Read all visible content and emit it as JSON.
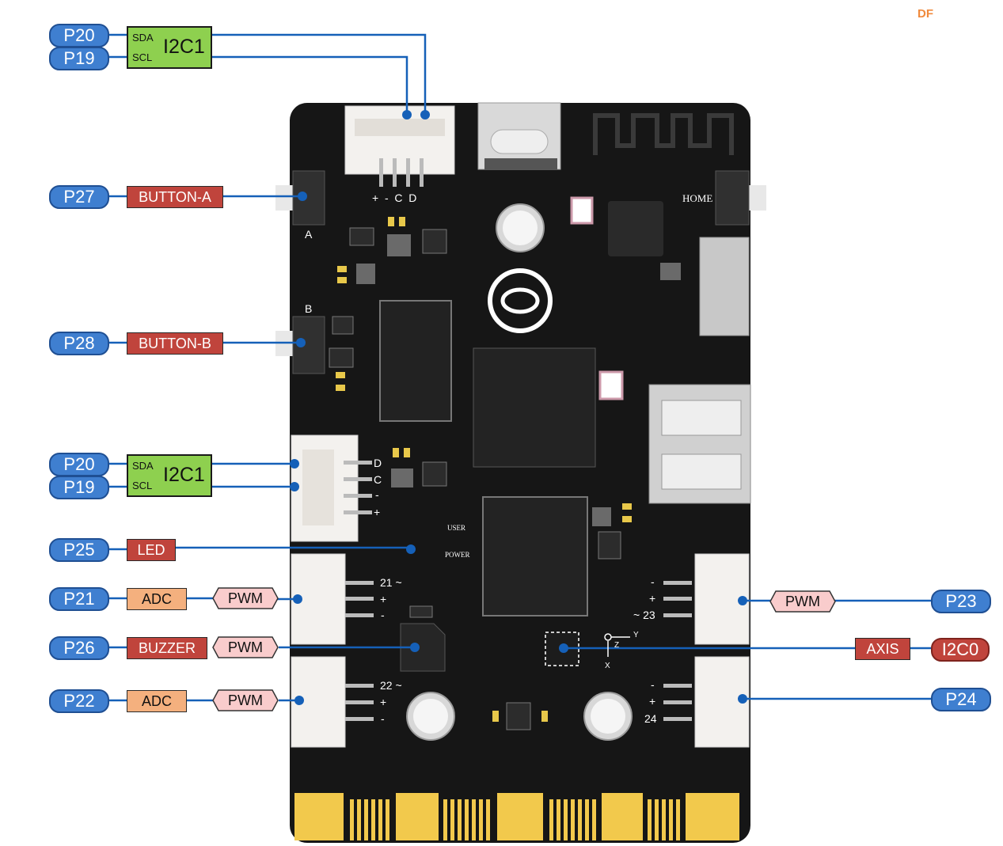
{
  "brand": "DF",
  "pins": {
    "p20_top": "P20",
    "p19_top": "P19",
    "p27": "P27",
    "p28": "P28",
    "p20_mid": "P20",
    "p19_mid": "P19",
    "p25": "P25",
    "p21": "P21",
    "p26": "P26",
    "p22": "P22",
    "p23": "P23",
    "p24": "P24"
  },
  "i2c_top": {
    "sda": "SDA",
    "scl": "SCL",
    "name": "I2C1"
  },
  "i2c_mid": {
    "sda": "SDA",
    "scl": "SCL",
    "name": "I2C1"
  },
  "functions": {
    "button_a": "BUTTON-A",
    "button_b": "BUTTON-B",
    "led": "LED",
    "adc_21": "ADC",
    "pwm_21": "PWM",
    "buzzer": "BUZZER",
    "pwm_26": "PWM",
    "adc_22": "ADC",
    "pwm_22": "PWM",
    "pwm_23": "PWM",
    "axis": "AXIS",
    "i2c0": "I2C0"
  },
  "silkscreen": {
    "top_connector": "+  -  C  D",
    "btn_a": "A",
    "btn_b": "B",
    "home": "HOME",
    "mid_conn_d": "D",
    "mid_conn_c": "C",
    "mid_conn_minus": "-",
    "mid_conn_plus": "+",
    "user": "USER",
    "power": "POWER",
    "left1_sig": "21 ~",
    "left1_plus": "+",
    "left1_minus": "-",
    "left2_sig": "22 ~",
    "left2_plus": "+",
    "left2_minus": "-",
    "right1_minus": "-",
    "right1_plus": "+",
    "right1_sig": "~ 23",
    "right2_minus": "-",
    "right2_plus": "+",
    "right2_sig": "24",
    "axis_y": "Y",
    "axis_z": "Z",
    "axis_x": "X"
  },
  "colors": {
    "pin_blue": "#3f7fd0",
    "line_blue": "#1560b8",
    "function_red": "#c0443c",
    "adc_orange": "#f4b07e",
    "pwm_pink": "#f9cccc",
    "i2c_green": "#8ed04f",
    "board_black": "#161616",
    "gold_finger": "#f2c94c"
  }
}
